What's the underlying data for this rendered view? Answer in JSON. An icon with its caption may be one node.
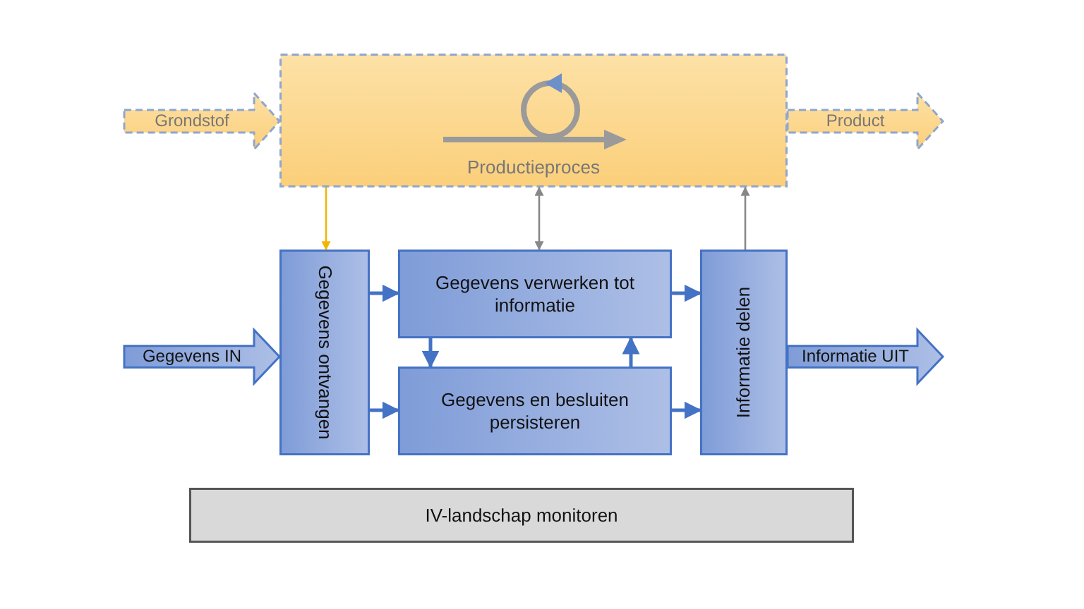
{
  "diagram": {
    "nodes": [
      {
        "text": [
          "Grondstof"
        ]
      },
      {
        "text": [
          "Productieproces"
        ]
      },
      {
        "text": [
          "Product"
        ]
      },
      {
        "text": [
          "Gegevens IN"
        ]
      },
      {
        "text": [
          "Gegevens ontvangen"
        ]
      },
      {
        "text": [
          "Gegevens verwerken tot informatie"
        ]
      },
      {
        "text": [
          "Gegevens en besluiten persisteren"
        ]
      },
      {
        "text": [
          "Informatie delen"
        ]
      },
      {
        "text": [
          "Informatie UIT"
        ]
      },
      {
        "text": [
          "IV-landschap monitoren"
        ]
      }
    ],
    "edges": [
      {
        "from": 1,
        "to": 4,
        "arrow": "to",
        "color": "#f5b400"
      },
      {
        "from": 5,
        "to": 1,
        "arrow": "both",
        "color": "#888888"
      },
      {
        "from": 7,
        "to": 1,
        "arrow": "to",
        "color": "#888888"
      },
      {
        "from": 4,
        "to": 5,
        "arrow": "to"
      },
      {
        "from": 4,
        "to": 6,
        "arrow": "to"
      },
      {
        "from": 5,
        "to": 6,
        "arrow": "to"
      },
      {
        "from": 6,
        "to": 5,
        "arrow": "to"
      },
      {
        "from": 5,
        "to": 7,
        "arrow": "to"
      },
      {
        "from": 6,
        "to": 7,
        "arrow": "to"
      }
    ]
  }
}
